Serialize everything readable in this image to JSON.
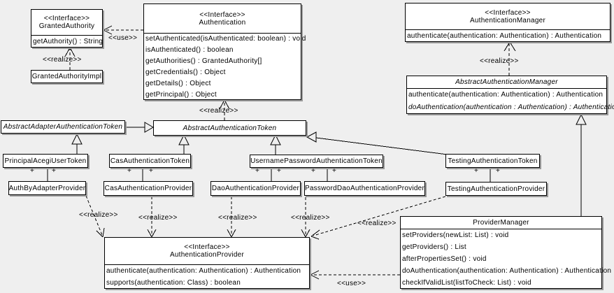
{
  "diagram": {
    "labels": {
      "use": "<<use>>",
      "realize": "<<realize>>",
      "plus": "+",
      "interface_stereotype": "<<Interface>>"
    },
    "colors": {
      "background": "#efefef",
      "box_fill": "#ffffff",
      "line": "#000000",
      "shadow": "#9a9a9a"
    },
    "classes": {
      "granted_authority": {
        "stereotype": "<<Interface>>",
        "name": "GrantedAuthority",
        "methods": [
          "getAuthority() : String"
        ]
      },
      "granted_authority_impl": {
        "name": "GrantedAuthorityImpl"
      },
      "authentication": {
        "stereotype": "<<Interface>>",
        "name": "Authentication",
        "methods": [
          "setAuthenticated(isAuthenticated: boolean) : void",
          "isAuthenticated() : boolean",
          "getAuthorities() : GrantedAuthority[]",
          "getCredentials() : Object",
          "getDetails() : Object",
          "getPrincipal() : Object"
        ]
      },
      "authentication_manager": {
        "stereotype": "<<Interface>>",
        "name": "AuthenticationManager",
        "methods": [
          "authenticate(authentication: Authentication) : Authentication"
        ]
      },
      "abstract_authentication_manager": {
        "name": "AbstractAuthenticationManager",
        "methods": [
          "authenticate(authentication: Authentication) : Authentication",
          "doAuthentication(authentication : Authentication) : Authentication"
        ]
      },
      "abstract_adapter_authentication_token": {
        "name": "AbstractAdapterAuthenticationToken"
      },
      "abstract_authentication_token": {
        "name": "AbstractAuthenticationToken"
      },
      "principal_acegi_user_token": {
        "name": "PrincipalAcegiUserToken"
      },
      "cas_authentication_token": {
        "name": "CasAuthenticationToken"
      },
      "username_password_authentication_token": {
        "name": "UsernamePasswordAuthenticationToken"
      },
      "testing_authentication_token": {
        "name": "TestingAuthenticationToken"
      },
      "auth_by_adapter_provider": {
        "name": "AuthByAdapterProvider"
      },
      "cas_authentication_provider": {
        "name": "CasAuthenticationProvider"
      },
      "dao_authentication_provider": {
        "name": "DaoAuthenticationProvider"
      },
      "password_dao_authentication_provider": {
        "name": "PasswordDaoAuthenticationProvider"
      },
      "testing_authentication_provider": {
        "name": "TestingAuthenticationProvider"
      },
      "authentication_provider": {
        "stereotype": "<<Interface>>",
        "name": "AuthenticationProvider",
        "methods": [
          "authenticate(authentication: Authentication) : Authentication",
          "supports(authentication: Class) : boolean"
        ]
      },
      "provider_manager": {
        "name": "ProviderManager",
        "methods": [
          "setProviders(newList: List) : void",
          "getProviders() : List",
          "afterPropertiesSet() : void",
          "doAuthentication(authentication: Authentication) : Authentication",
          "checkIfValidList(listToCheck: List) : void"
        ]
      }
    }
  }
}
